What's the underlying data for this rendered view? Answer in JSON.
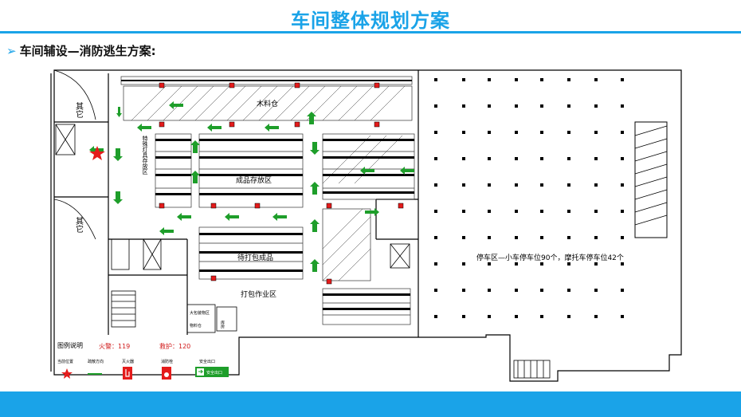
{
  "title": "车间整体规划方案",
  "subtitle": "车间辅设—消防逃生方案:",
  "plan": {
    "areas": {
      "other_top": "其它",
      "other_mid": "其它",
      "wood_storage": "木料仓",
      "finished_storage": "成品存放区",
      "to_pack": "待打包成品",
      "packing": "打包作业区",
      "side_vertical": "特殊灯具存放区",
      "parking": "停车区—小车停车位90个，摩托车停车位42个",
      "office1": "大包装物区",
      "office2": "物料仓",
      "office3": "库房"
    },
    "legend": {
      "title": "图例说明",
      "fire_phone": "火警：119",
      "rescue_phone": "救护：120",
      "items": [
        "当前位置",
        "疏散方向",
        "灭火器",
        "消防栓",
        "安全出口"
      ],
      "exit_sign": "安全出口"
    }
  },
  "colors": {
    "accent": "#1aa3e8",
    "arrow": "#1e9e2a",
    "marker": "#e41b1b",
    "phone": "#d01818"
  }
}
